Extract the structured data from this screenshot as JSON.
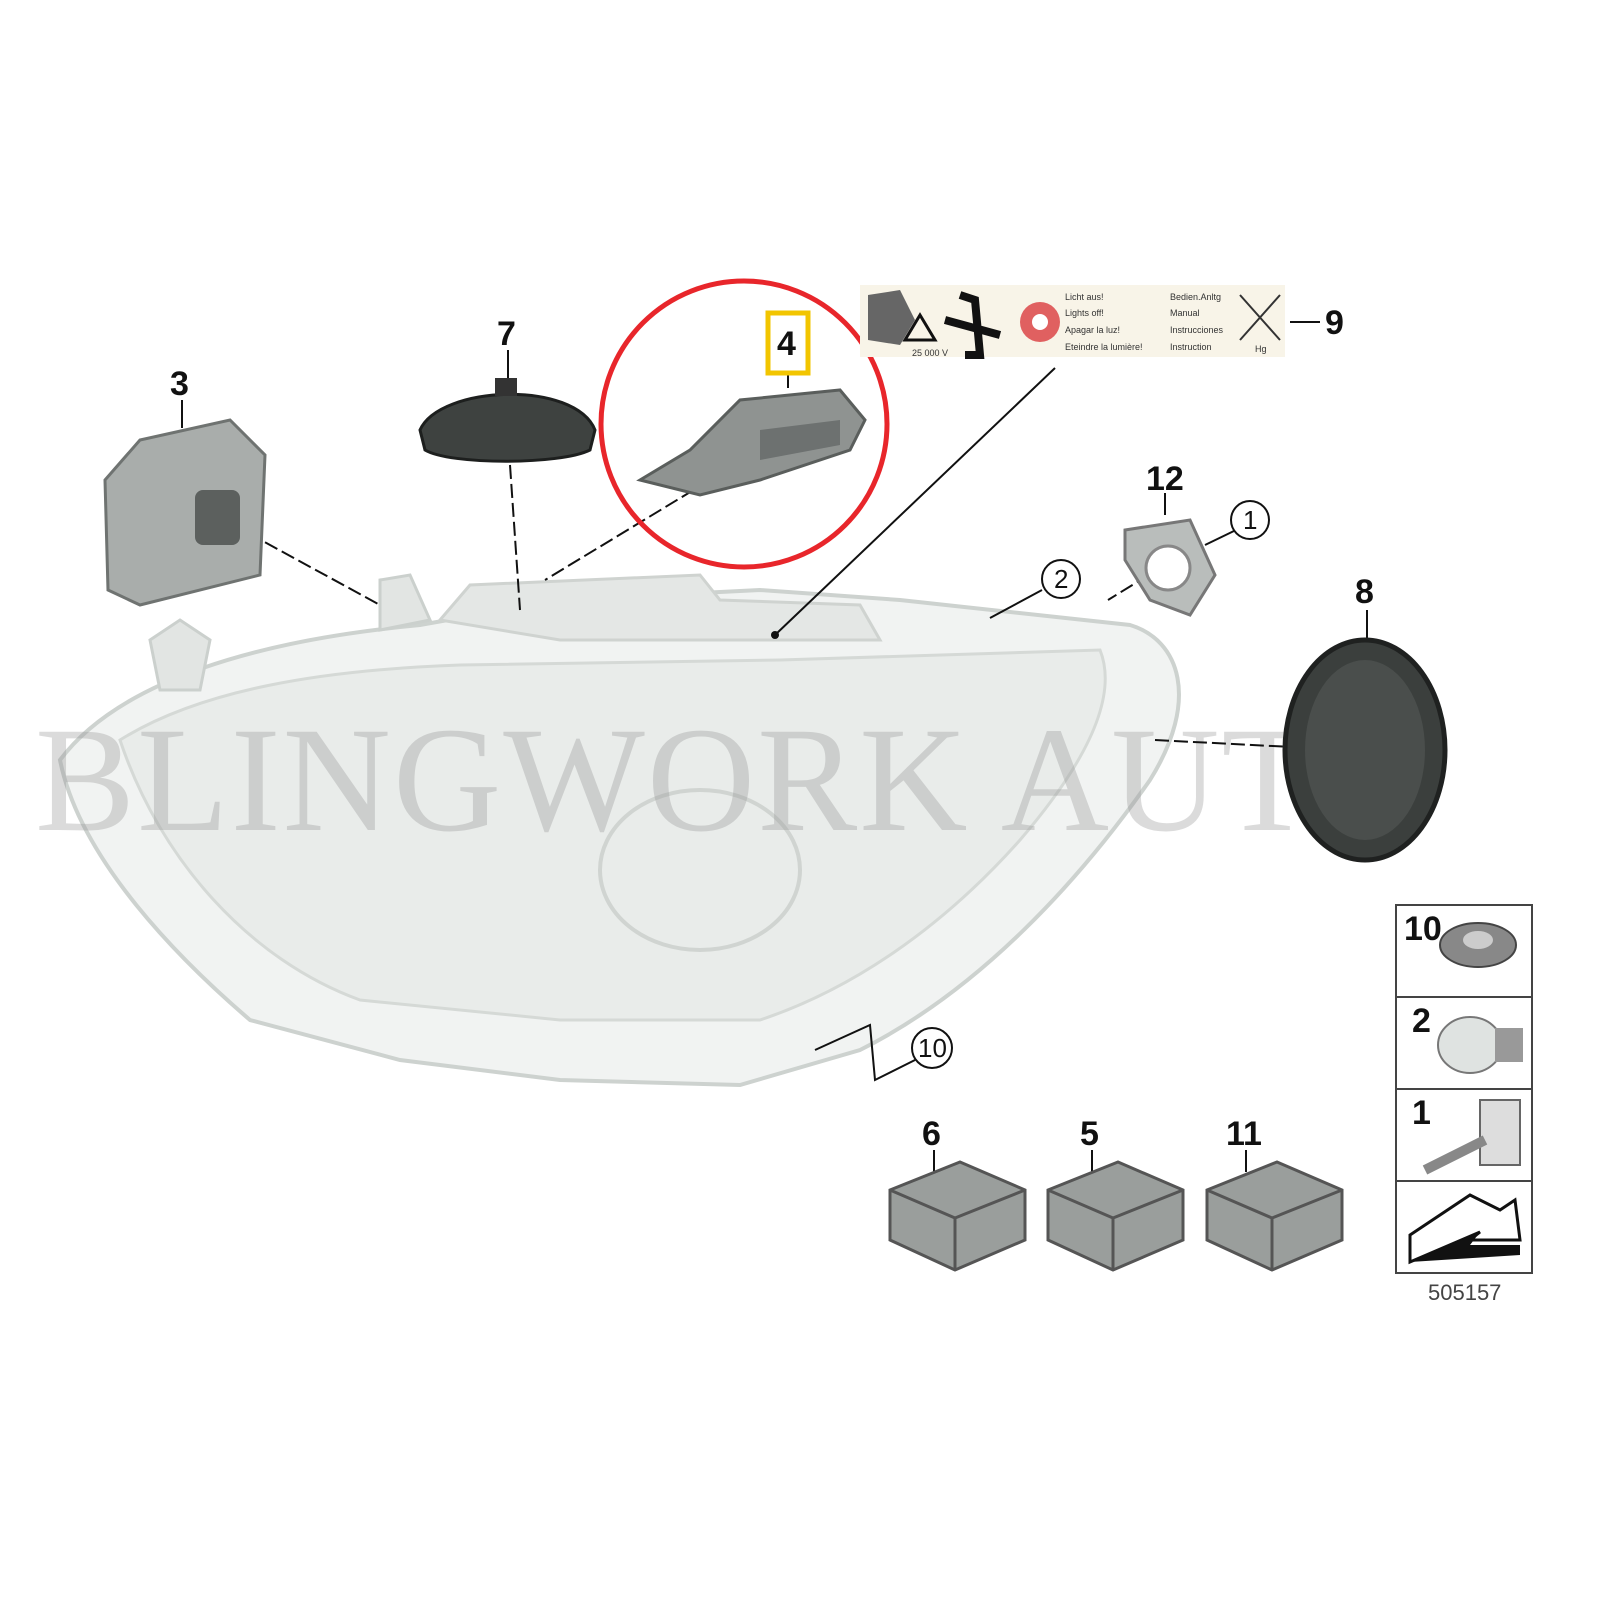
{
  "diagram": {
    "watermark": "BLINGWORK AUTO",
    "reference_number": "505157",
    "highlighted_part": "4",
    "highlight_color": "#e8262b",
    "label_highlight_color": "#f2c500",
    "part_labels": {
      "p3": "3",
      "p7": "7",
      "p4": "4",
      "p9": "9",
      "p12": "12",
      "p8": "8",
      "p6": "6",
      "p5": "5",
      "p11": "11"
    },
    "circled_labels": {
      "c1": "1",
      "c2": "2",
      "c10": "10"
    },
    "side_panel": [
      {
        "label": "10",
        "item": "bulb-socket"
      },
      {
        "label": "2",
        "item": "bulb"
      },
      {
        "label": "1",
        "item": "xenon-bulb"
      },
      {
        "label": "",
        "item": "arrow"
      }
    ],
    "warning_label": {
      "voltage": "25 000 V",
      "lines_left": [
        "Licht aus!",
        "Lights off!",
        "Apagar la luz!",
        "Eteindre la lumière!"
      ],
      "lines_right": [
        "Bedien.Anltg",
        "Manual",
        "Instrucciones",
        "Instruction"
      ],
      "symbol_text": "Hg"
    }
  }
}
